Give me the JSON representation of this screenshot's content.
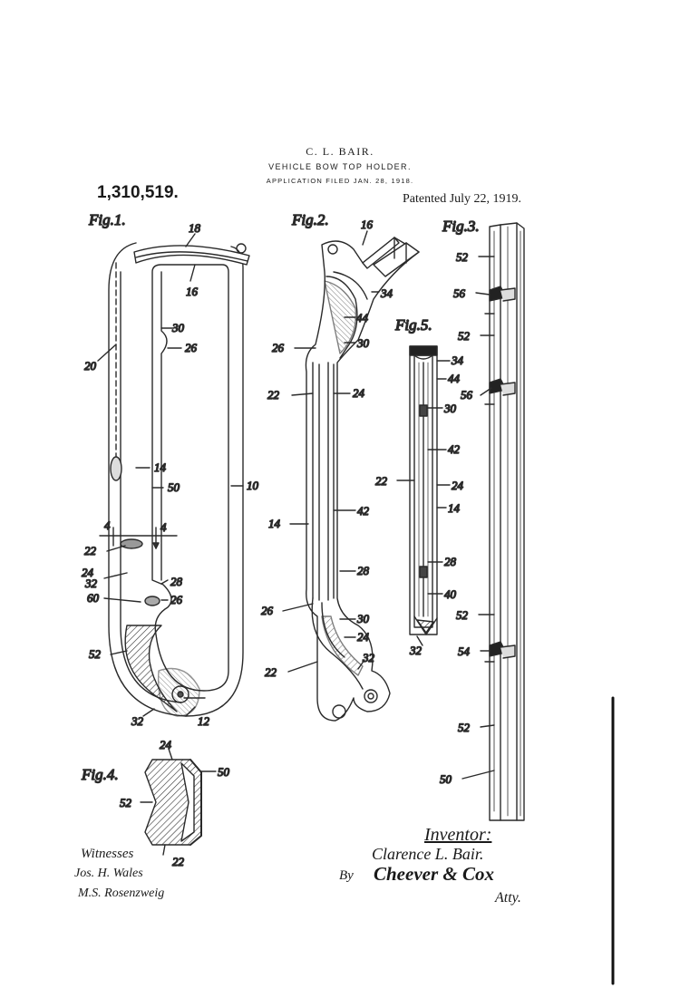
{
  "header": {
    "inventor_name": "C. L. BAIR.",
    "title": "VEHICLE BOW TOP HOLDER.",
    "filed": "APPLICATION FILED JAN. 28, 1918.",
    "patent_number": "1,310,519.",
    "patented_date": "Patented July 22, 1919."
  },
  "figures": {
    "fig1": "Fig.1.",
    "fig2": "Fig.2.",
    "fig3": "Fig.3.",
    "fig4": "Fig.4.",
    "fig5": "Fig.5."
  },
  "reference_numerals": {
    "fig1": [
      "18",
      "16",
      "30",
      "26",
      "20",
      "14",
      "50",
      "10",
      "4",
      "4",
      "22",
      "24",
      "32",
      "60",
      "28",
      "26",
      "52",
      "32",
      "12"
    ],
    "fig2": [
      "16",
      "34",
      "44",
      "26",
      "30",
      "22",
      "24",
      "42",
      "14",
      "28",
      "26",
      "30",
      "24",
      "22",
      "32"
    ],
    "fig3": [
      "52",
      "56",
      "52",
      "56",
      "52",
      "54",
      "52",
      "50"
    ],
    "fig4": [
      "24",
      "50",
      "52",
      "22"
    ],
    "fig5": [
      "34",
      "44",
      "30",
      "42",
      "22",
      "24",
      "14",
      "28",
      "40",
      "32"
    ]
  },
  "signatures": {
    "witnesses_label": "Witnesses",
    "witness_1": "Jos. H. Wales",
    "witness_2": "M.S. Rosenzweig",
    "inventor_label": "Inventor:",
    "inventor_signature": "Clarence L. Bair.",
    "by_label": "By",
    "attorney_signature": "Cheever & Cox",
    "atty_label": "Atty."
  }
}
